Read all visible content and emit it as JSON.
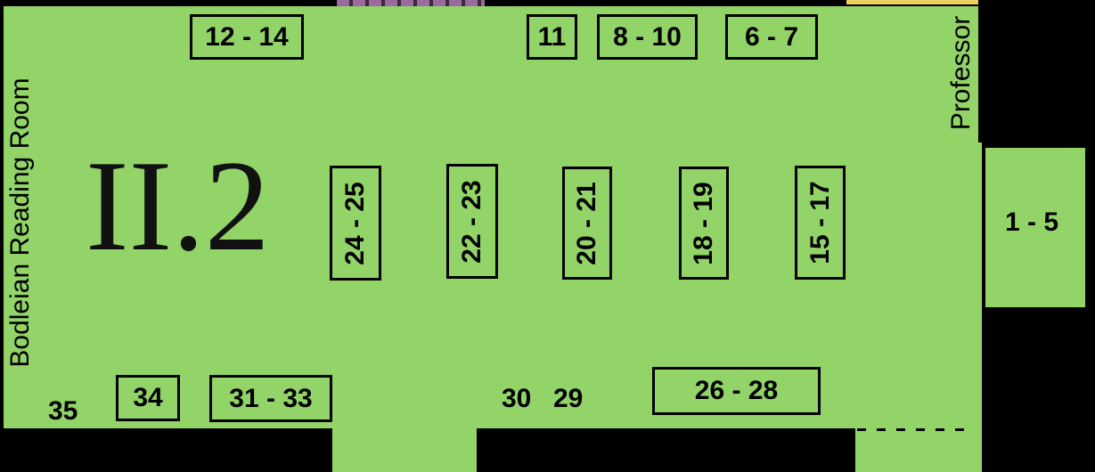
{
  "room": {
    "title": "II.2",
    "left_label": "Bodleian Reading Room",
    "right_label": "Professor"
  },
  "seats": {
    "top": [
      "12 - 14",
      "11",
      "8 - 10",
      "6 - 7"
    ],
    "middle": [
      "24 - 25",
      "22 - 23",
      "20 - 21",
      "18 - 19",
      "15 - 17"
    ],
    "bottom": [
      "34",
      "31 - 33",
      "26 - 28"
    ],
    "bottom_plain": [
      "35",
      "30",
      "29"
    ],
    "side": "1 - 5"
  },
  "colors": {
    "floor": "#92d468",
    "door_purple": "#9a6aa0",
    "door_yellow": "#f0d060"
  }
}
